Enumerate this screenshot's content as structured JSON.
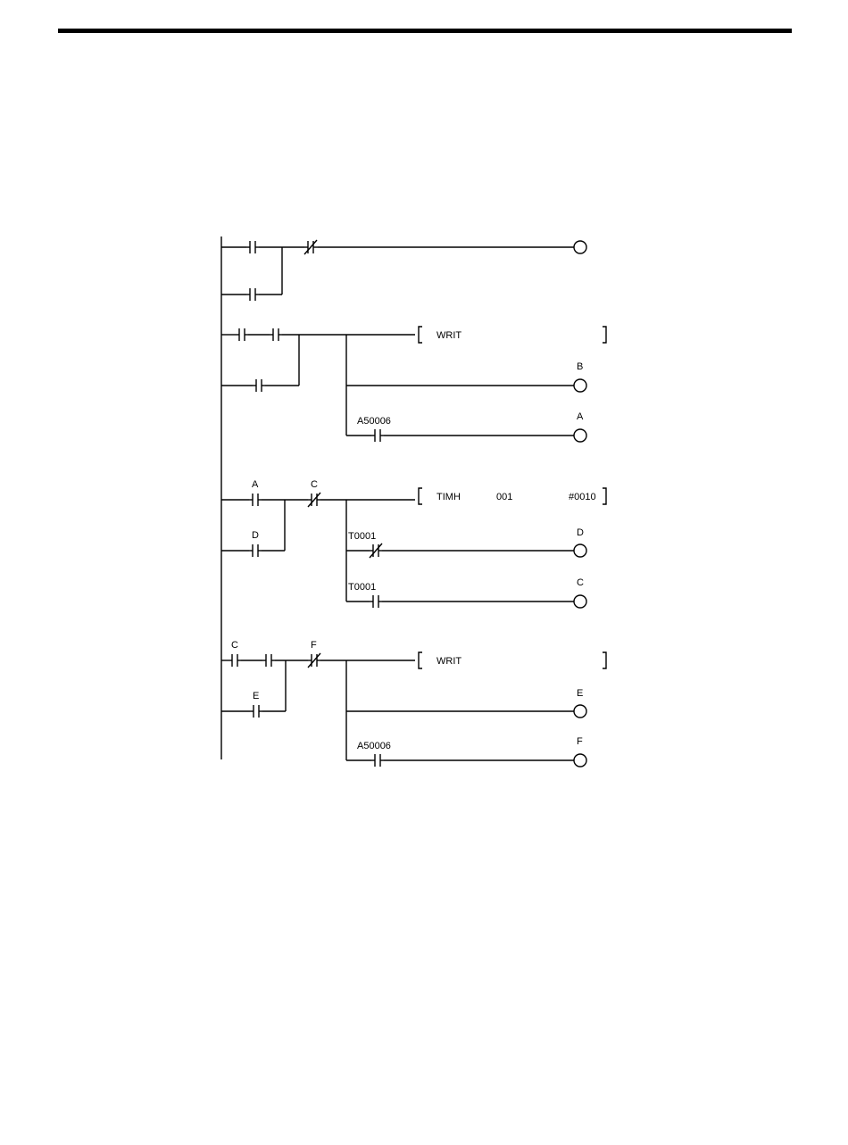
{
  "diagram": {
    "rung1": {
      "contacts": [
        "",
        "",
        ""
      ],
      "coil": ""
    },
    "rung2": {
      "instruction": {
        "name": "WRIT",
        "op1": "",
        "op2": ""
      },
      "coil_b": "B",
      "contact_a50006": "A50006",
      "coil_a": "A"
    },
    "rung3": {
      "contact_a": "A",
      "contact_c": "C",
      "contact_d": "D",
      "instruction": {
        "name": "TIMH",
        "op1": "001",
        "op2": "#0010"
      },
      "contact_t0001_nc": "T0001",
      "coil_d": "D",
      "contact_t0001_no": "T0001",
      "coil_c": "C"
    },
    "rung4": {
      "contact_c": "C",
      "contact_f": "F",
      "contact_e": "E",
      "instruction": {
        "name": "WRIT",
        "op1": "",
        "op2": ""
      },
      "coil_e": "E",
      "contact_a50006": "A50006",
      "coil_f": "F"
    }
  }
}
